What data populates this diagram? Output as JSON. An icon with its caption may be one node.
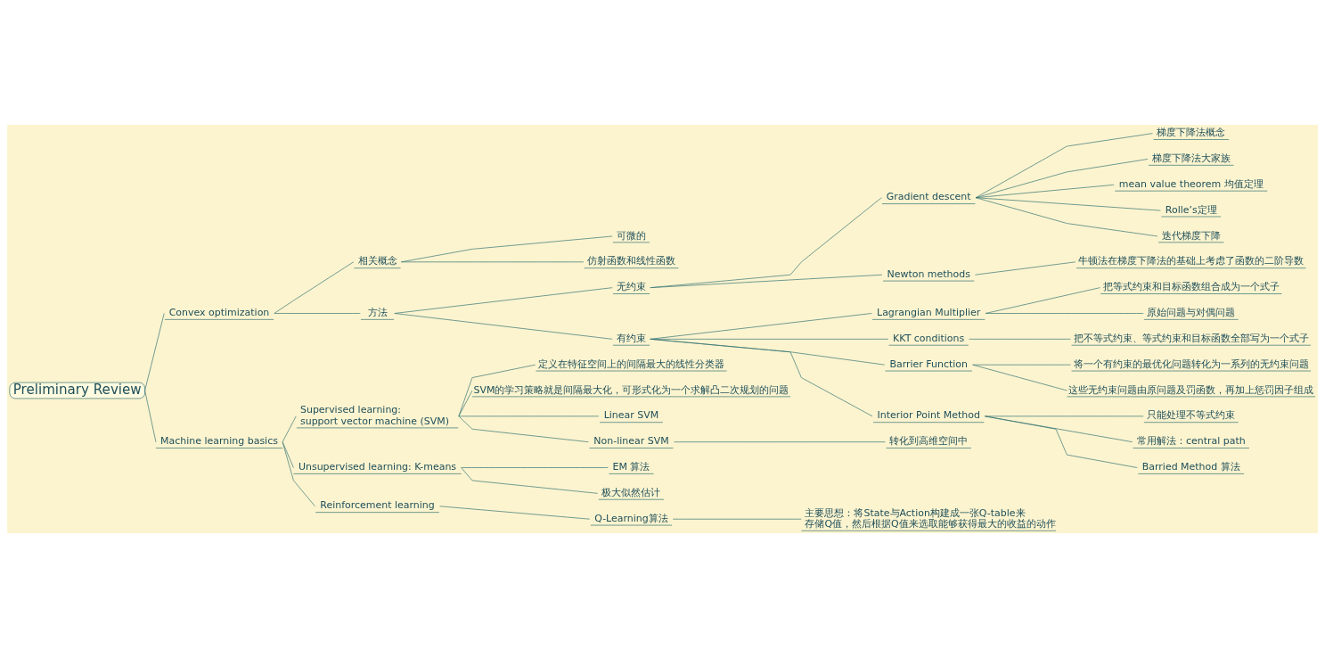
{
  "diagram": {
    "nodes": [
      {
        "text": [
          "Preliminary Review"
        ]
      },
      {
        "text": [
          "Convex optimization"
        ]
      },
      {
        "text": [
          "相关概念"
        ]
      },
      {
        "text": [
          "可微的"
        ]
      },
      {
        "text": [
          "仿射函数和线性函数"
        ]
      },
      {
        "text": [
          "方法"
        ]
      },
      {
        "text": [
          "无约束"
        ]
      },
      {
        "text": [
          "Gradient descent"
        ]
      },
      {
        "text": [
          "梯度下降法概念"
        ]
      },
      {
        "text": [
          "梯度下降法大家族"
        ]
      },
      {
        "text": [
          "mean value theorem 均值定理"
        ]
      },
      {
        "text": [
          "Rolle’s定理"
        ]
      },
      {
        "text": [
          "迭代梯度下降"
        ]
      },
      {
        "text": [
          "Newton methods"
        ]
      },
      {
        "text": [
          "牛顿法在梯度下降法的基础上考虑了函数的二阶导数"
        ]
      },
      {
        "text": [
          "有约束"
        ]
      },
      {
        "text": [
          "Lagrangian Multiplier"
        ]
      },
      {
        "text": [
          "把等式约束和目标函数组合成为一个式子"
        ]
      },
      {
        "text": [
          "原始问题与对偶问题"
        ]
      },
      {
        "text": [
          "KKT conditions"
        ]
      },
      {
        "text": [
          "把不等式约束、等式约束和目标函数全部写为一个式子"
        ]
      },
      {
        "text": [
          "Barrier Function"
        ]
      },
      {
        "text": [
          "将一个有约束的最优化问题转化为一系列的无约束问题"
        ]
      },
      {
        "text": [
          "这些无约束问题由原问题及罚函数，再加上惩罚因子组成"
        ]
      },
      {
        "text": [
          "Interior Point Method"
        ]
      },
      {
        "text": [
          "只能处理不等式约束"
        ]
      },
      {
        "text": [
          "常用解法：central path"
        ]
      },
      {
        "text": [
          "Barried Method 算法"
        ]
      },
      {
        "text": [
          "Machine learning basics"
        ]
      },
      {
        "text": [
          "Supervised learning: support vector machine (SVM)"
        ]
      },
      {
        "text": [
          "定义在特征空间上的间隔最大的线性分类器"
        ]
      },
      {
        "text": [
          "SVM的学习策略就是间隔最大化，可形式化为一个求解凸二次规划的问题"
        ]
      },
      {
        "text": [
          "Linear SVM"
        ]
      },
      {
        "text": [
          "Non-linear SVM"
        ]
      },
      {
        "text": [
          "转化到高维空间中"
        ]
      },
      {
        "text": [
          "Unsupervised learning: K-means"
        ]
      },
      {
        "text": [
          "EM 算法"
        ]
      },
      {
        "text": [
          "极大似然估计"
        ]
      },
      {
        "text": [
          "Reinforcement learning"
        ]
      },
      {
        "text": [
          "Q-Learning算法"
        ]
      },
      {
        "text": [
          "主要思想：将State与Action构建成一张Q-table来存储Q值，然后根据Q值来选取能够获得最大的收益的动作"
        ]
      }
    ],
    "edges": [
      {
        "from": 0,
        "to": 1,
        "arrow": "none"
      },
      {
        "from": 1,
        "to": 2,
        "arrow": "none"
      },
      {
        "from": 2,
        "to": 3,
        "arrow": "none"
      },
      {
        "from": 2,
        "to": 4,
        "arrow": "none"
      },
      {
        "from": 1,
        "to": 5,
        "arrow": "none"
      },
      {
        "from": 5,
        "to": 6,
        "arrow": "none"
      },
      {
        "from": 6,
        "to": 7,
        "arrow": "none"
      },
      {
        "from": 7,
        "to": 8,
        "arrow": "none"
      },
      {
        "from": 7,
        "to": 9,
        "arrow": "none"
      },
      {
        "from": 7,
        "to": 10,
        "arrow": "none"
      },
      {
        "from": 7,
        "to": 11,
        "arrow": "none"
      },
      {
        "from": 7,
        "to": 12,
        "arrow": "none"
      },
      {
        "from": 6,
        "to": 13,
        "arrow": "none"
      },
      {
        "from": 13,
        "to": 14,
        "arrow": "none"
      },
      {
        "from": 5,
        "to": 15,
        "arrow": "none"
      },
      {
        "from": 15,
        "to": 16,
        "arrow": "none"
      },
      {
        "from": 16,
        "to": 17,
        "arrow": "none"
      },
      {
        "from": 16,
        "to": 18,
        "arrow": "none"
      },
      {
        "from": 15,
        "to": 19,
        "arrow": "none"
      },
      {
        "from": 19,
        "to": 20,
        "arrow": "none"
      },
      {
        "from": 15,
        "to": 21,
        "arrow": "none"
      },
      {
        "from": 21,
        "to": 22,
        "arrow": "none"
      },
      {
        "from": 21,
        "to": 23,
        "arrow": "none"
      },
      {
        "from": 15,
        "to": 24,
        "arrow": "none"
      },
      {
        "from": 24,
        "to": 25,
        "arrow": "none"
      },
      {
        "from": 24,
        "to": 26,
        "arrow": "none"
      },
      {
        "from": 24,
        "to": 27,
        "arrow": "none"
      },
      {
        "from": 0,
        "to": 28,
        "arrow": "none"
      },
      {
        "from": 28,
        "to": 29,
        "arrow": "none"
      },
      {
        "from": 29,
        "to": 30,
        "arrow": "none"
      },
      {
        "from": 29,
        "to": 31,
        "arrow": "none"
      },
      {
        "from": 29,
        "to": 32,
        "arrow": "none"
      },
      {
        "from": 29,
        "to": 33,
        "arrow": "none"
      },
      {
        "from": 33,
        "to": 34,
        "arrow": "none"
      },
      {
        "from": 28,
        "to": 35,
        "arrow": "none"
      },
      {
        "from": 35,
        "to": 36,
        "arrow": "none"
      },
      {
        "from": 35,
        "to": 37,
        "arrow": "none"
      },
      {
        "from": 28,
        "to": 38,
        "arrow": "none"
      },
      {
        "from": 38,
        "to": 39,
        "arrow": "none"
      },
      {
        "from": 39,
        "to": 40,
        "arrow": "none"
      }
    ]
  }
}
